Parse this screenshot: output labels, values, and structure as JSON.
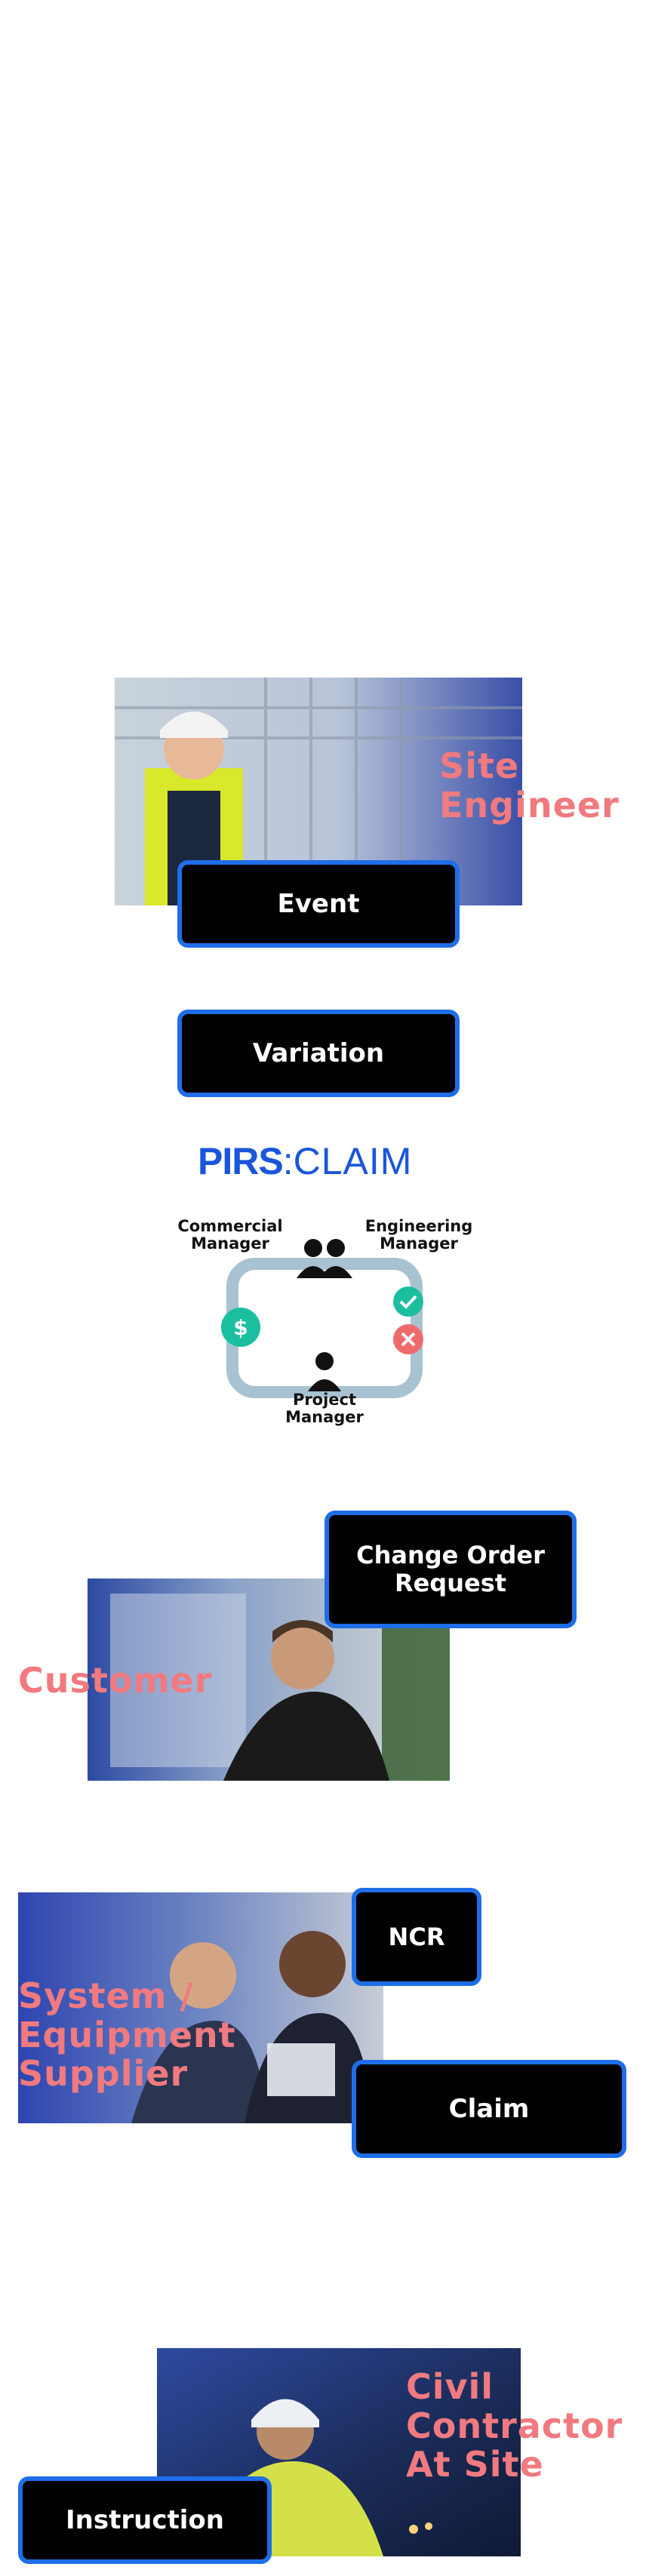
{
  "roles": {
    "site_engineer": "Site\nEngineer",
    "customer": "Customer",
    "system_supplier": "System /\nEquipment\nSupplier",
    "civil_contractor": "Civil\nContractor\nAt Site"
  },
  "buttons": {
    "event": "Event",
    "variation": "Variation",
    "change_order_request": "Change Order\nRequest",
    "ncr": "NCR",
    "claim": "Claim",
    "instruction": "Instruction"
  },
  "logo": {
    "pirs": "PIRS",
    "separator": ":",
    "claim": "CLAIM"
  },
  "workflow": {
    "commercial_manager": "Commercial\nManager",
    "engineering_manager": "Engineering\nManager",
    "project_manager": "Project\nManager",
    "dollar_icon": "dollar-icon",
    "approve_icon": "check-icon",
    "reject_icon": "close-icon"
  },
  "colors": {
    "role_label": "#f07a7f",
    "button_border": "#1e6ee8",
    "brand_blue": "#1a56db"
  }
}
